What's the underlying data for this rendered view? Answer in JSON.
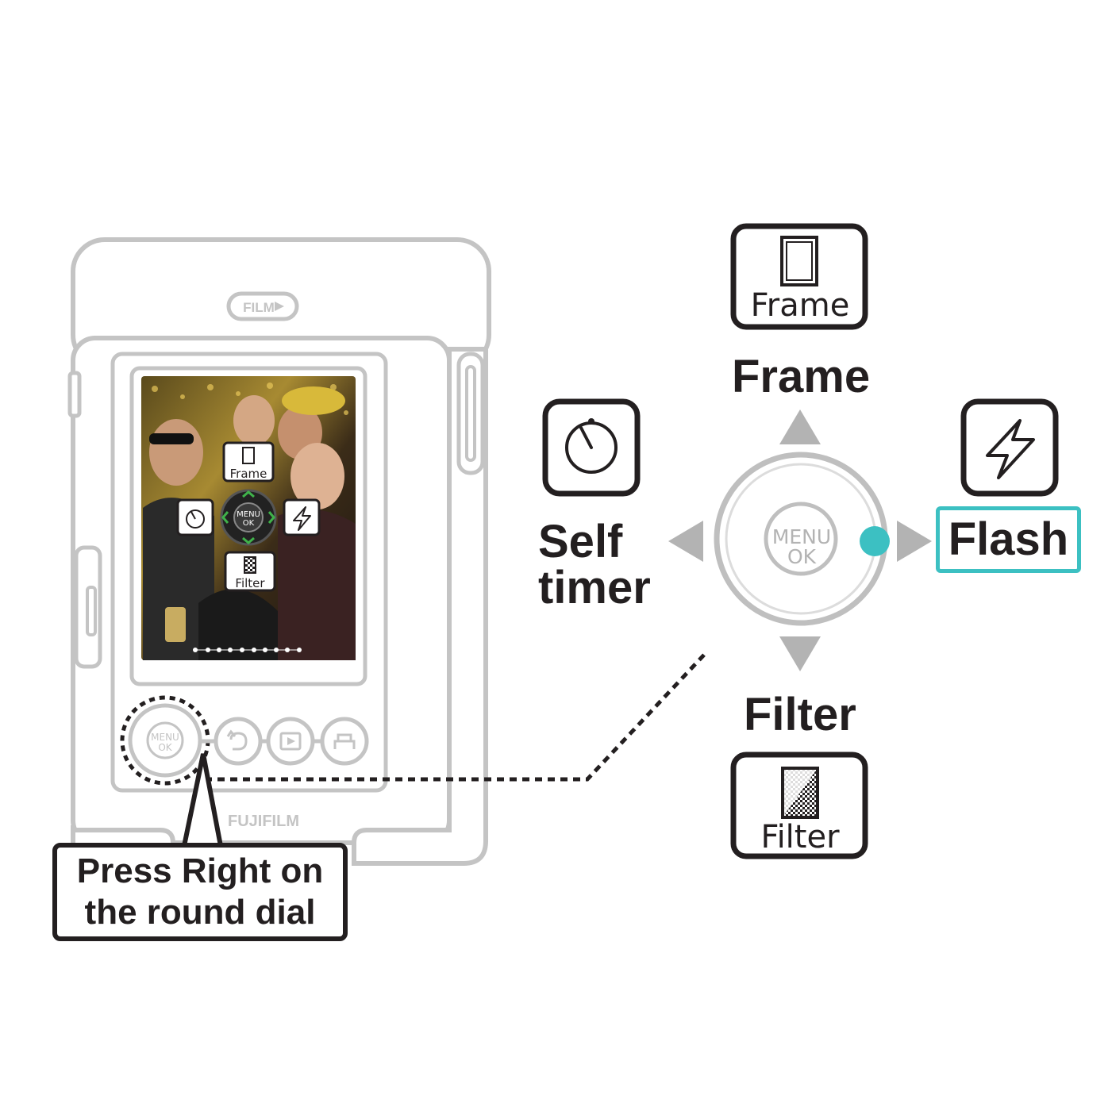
{
  "camera": {
    "film_button": "FILM",
    "brand": "FUJIFILM",
    "dial_label_top": "MENU",
    "dial_label_bottom": "OK",
    "screen": {
      "menu_top": "Frame",
      "menu_bottom": "Filter",
      "center_top": "MENU",
      "center_bottom": "OK"
    }
  },
  "dial": {
    "center_top": "MENU",
    "center_bottom": "OK"
  },
  "directions": {
    "up": {
      "label": "Frame",
      "icon_caption": "Frame",
      "icon": "frame-icon"
    },
    "down": {
      "label": "Filter",
      "icon_caption": "Filter",
      "icon": "filter-icon"
    },
    "left": {
      "label_line1": "Self",
      "label_line2": "timer",
      "icon": "self-timer-icon"
    },
    "right": {
      "label": "Flash",
      "icon": "flash-icon"
    }
  },
  "callout": {
    "line1": "Press Right on",
    "line2": "the round dial"
  },
  "colors": {
    "accent": "#3cc0c2",
    "outline": "#231f20",
    "camera_gray": "#bfbfbf",
    "arrow_gray": "#b3b3b3"
  }
}
